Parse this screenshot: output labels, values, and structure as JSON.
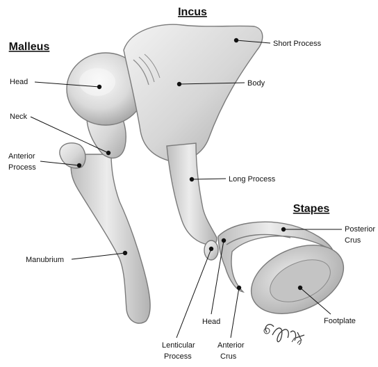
{
  "headings": {
    "incus": "Incus",
    "malleus": "Malleus",
    "stapes": "Stapes"
  },
  "labels": {
    "short_process": "Short Process",
    "body": "Body",
    "long_process": "Long Process",
    "head_malleus": "Head",
    "neck": "Neck",
    "anterior_process_line1": "Anterior",
    "anterior_process_line2": "Process",
    "manubrium": "Manubrium",
    "posterior_crus_line1": "Posterior",
    "posterior_crus_line2": "Crus",
    "footplate": "Footplate",
    "head_stapes": "Head",
    "lenticular_process_line1": "Lenticular",
    "lenticular_process_line2": "Process",
    "anterior_crus_line1": "Anterior",
    "anterior_crus_line2": "Crus"
  },
  "signature": "© C.Kast '97",
  "colors": {
    "bone_light": "#f0f0f0",
    "bone_mid": "#cfcfcf",
    "bone_dark": "#9a9a9a",
    "ink": "#111111"
  }
}
